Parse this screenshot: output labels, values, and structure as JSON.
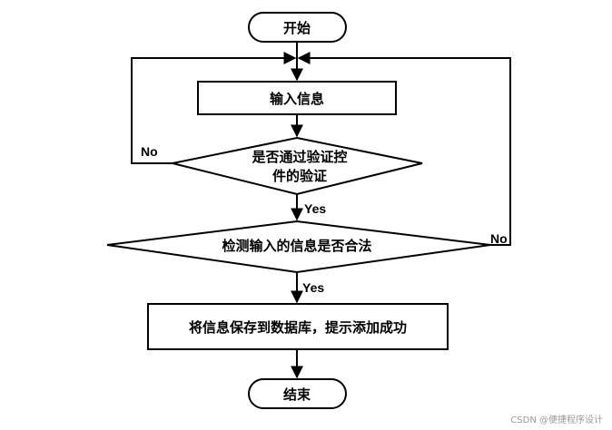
{
  "nodes": {
    "start": "开始",
    "input": "输入信息",
    "validate_line1": "是否通过验证控",
    "validate_line2": "件的验证",
    "check": "检测输入的信息是否合法",
    "save": "将信息保存到数据库，提示添加成功",
    "end": "结束"
  },
  "edges": {
    "validate_no": "No",
    "validate_yes": "Yes",
    "check_no": "No",
    "check_yes": "Yes"
  },
  "watermark": "CSDN @便捷程序设计"
}
